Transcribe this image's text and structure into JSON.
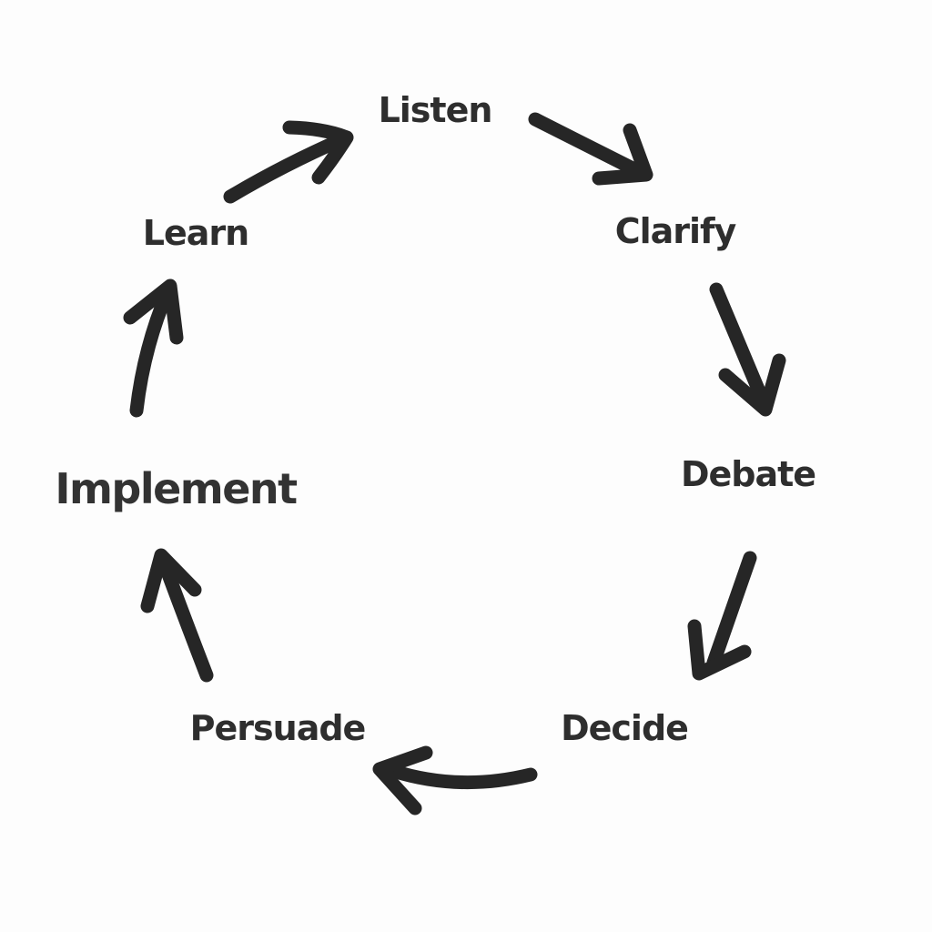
{
  "diagram": {
    "type": "cycle",
    "steps": [
      {
        "label": "Listen"
      },
      {
        "label": "Clarify"
      },
      {
        "label": "Debate"
      },
      {
        "label": "Decide"
      },
      {
        "label": "Persuade"
      },
      {
        "label": "Implement"
      },
      {
        "label": "Learn"
      }
    ],
    "arrows": [
      {
        "from": "Listen",
        "to": "Clarify"
      },
      {
        "from": "Clarify",
        "to": "Debate"
      },
      {
        "from": "Debate",
        "to": "Decide"
      },
      {
        "from": "Decide",
        "to": "Persuade"
      },
      {
        "from": "Persuade",
        "to": "Implement"
      },
      {
        "from": "Implement",
        "to": "Learn"
      },
      {
        "from": "Learn",
        "to": "Listen"
      }
    ],
    "colors": {
      "ink": "#262626",
      "text": "#2e2e2e",
      "background": "#fdfdfd"
    }
  }
}
